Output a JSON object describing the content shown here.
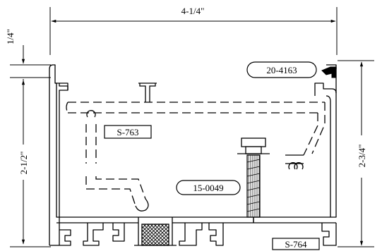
{
  "dimensions": {
    "overall_width": "4-1/4\"",
    "top_offset": "1/4\"",
    "left_height": "2-1/2\"",
    "right_height": "2-3/4\""
  },
  "callouts": {
    "gasket": "20-4163",
    "interior_profile": "S-763",
    "screw": "15-0049",
    "base_profile": "S-764"
  }
}
